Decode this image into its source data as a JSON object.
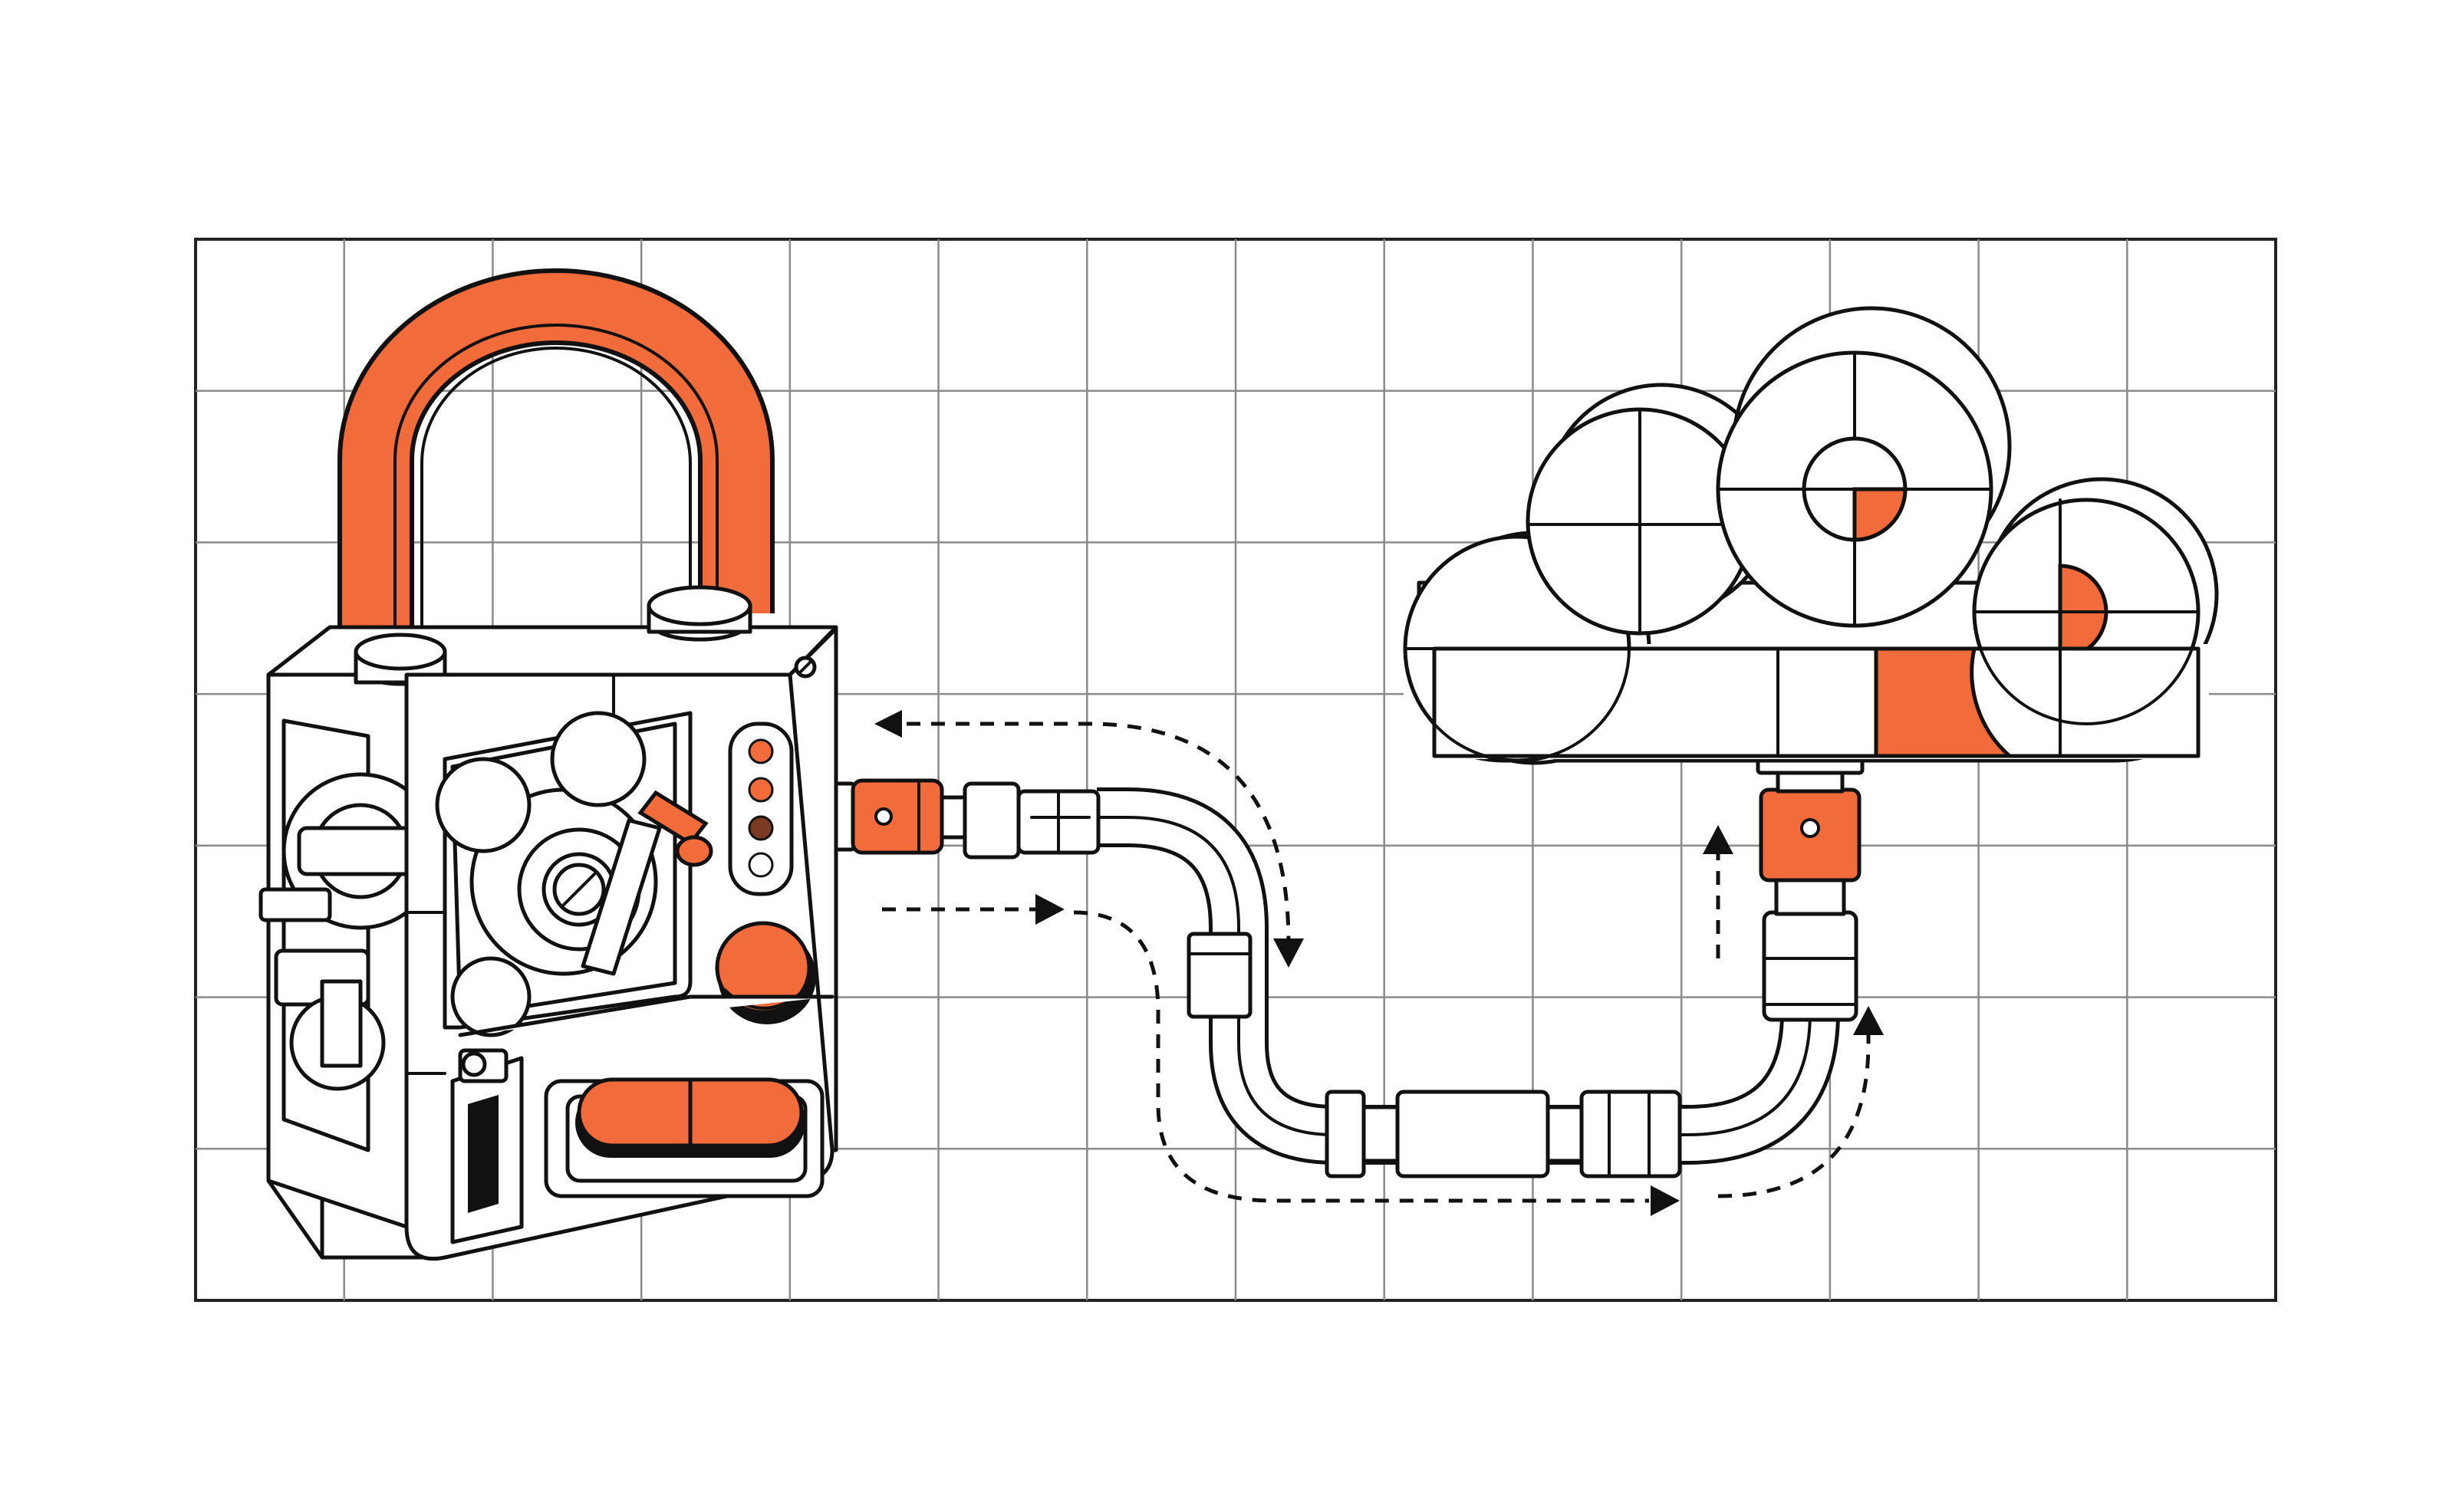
{
  "colors": {
    "accent": "#F26B3A",
    "line": "#111111",
    "grid": "#8a8a8a",
    "background": "#ffffff",
    "led_dark": "#7a3b22"
  },
  "icons": {
    "padlock": "padlock-icon",
    "cloud": "cloud-icon",
    "gear": "gear-icon",
    "cable": "cable-icon"
  },
  "grid": {
    "columns": 14,
    "rows": 7
  },
  "status_leds": [
    {
      "state": "orange"
    },
    {
      "state": "orange"
    },
    {
      "state": "dark"
    },
    {
      "state": "off"
    }
  ],
  "flow_arrows": [
    {
      "direction": "to-padlock"
    },
    {
      "direction": "to-cable"
    },
    {
      "direction": "down"
    },
    {
      "direction": "right"
    },
    {
      "direction": "up"
    },
    {
      "direction": "up-to-cloud"
    }
  ]
}
